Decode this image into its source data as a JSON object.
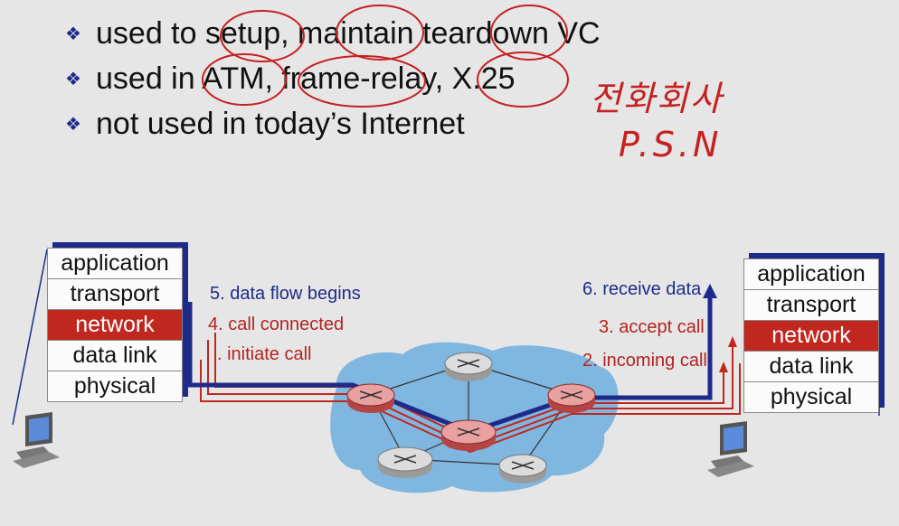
{
  "bullets": [
    "used to setup, maintain  teardown VC",
    "used in ATM, frame-relay, X.25",
    "not used in today’s Internet"
  ],
  "handwritten": {
    "korean": "전화회사",
    "abbr": "P.S.N"
  },
  "left_stack": {
    "layers": [
      "application",
      "transport",
      "network",
      "data link",
      "physical"
    ]
  },
  "right_stack": {
    "layers": [
      "application",
      "transport",
      "network",
      "data link",
      "physical"
    ]
  },
  "steps_left": {
    "s5": "5. data flow begins",
    "s4": "4. call connected",
    "s1": ". initiate call"
  },
  "steps_right": {
    "s6": "6. receive data",
    "s3": "3. accept call",
    "s2": "2. incoming call"
  },
  "colors": {
    "accent_blue": "#1d2a8a",
    "accent_red": "#c0271f",
    "cloud": "#7fb7e0"
  }
}
